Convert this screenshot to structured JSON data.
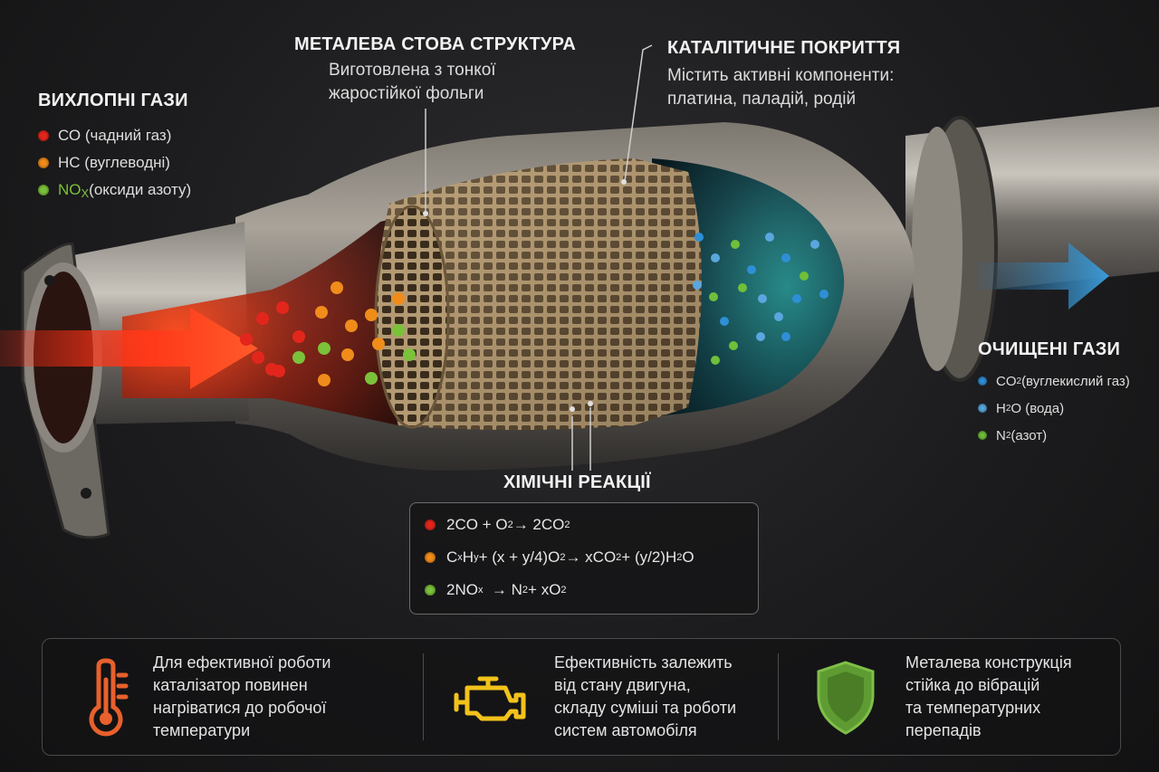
{
  "inlet": {
    "title": "ВИХЛОПНІ ГАЗИ",
    "items": [
      {
        "label": "СО (чадний газ)",
        "color": "#e3261c"
      },
      {
        "label": "НС (вуглеводні)",
        "color": "#f08c1a"
      },
      {
        "label_main": "NO",
        "label_sub": "X",
        "label_rest": " (оксиди азоту)",
        "color": "#7bc13a"
      }
    ]
  },
  "structure": {
    "title": "МЕТАЛЕВА СТОВА СТРУКТУРА",
    "desc_line1": "Виготовлена з тонкої",
    "desc_line2": "жаростійкої фольги"
  },
  "coating": {
    "title": "КАТАЛІТИЧНЕ ПОКРИТТЯ",
    "desc_line1": "Містить активні компоненти:",
    "desc_line2": "платина, паладій, родій"
  },
  "outlet": {
    "title": "ОЧИЩЕНІ ГАЗИ",
    "items": [
      {
        "pre": "CO",
        "sub": "2",
        "post": " (вуглекислий газ)",
        "color": "#2f8fd6"
      },
      {
        "pre": "H",
        "sub": "2",
        "post": "O (вода)",
        "color": "#5aa6de"
      },
      {
        "pre": "N",
        "sub": "2",
        "post": " (азот)",
        "color": "#6fbf3a"
      }
    ]
  },
  "reactions": {
    "title": "ХІМІЧНІ РЕАКЦІЇ",
    "r1": {
      "color": "#e3261c",
      "t1": "2CO + O",
      "s1": "2",
      "t2": " → 2CO",
      "s2": "2"
    },
    "r2": {
      "color": "#f08c1a",
      "t1": "C",
      "s1": "x",
      "t2": "H",
      "s2": "y",
      "t3": " + (x + y/4)O",
      "s3": "2",
      "t4": " → xCO",
      "s4": "2",
      "t5": " + (y/2)H",
      "s5": "2",
      "t6": "O"
    },
    "r3": {
      "color": "#7bc13a",
      "t1": "2NO",
      "s1": "x",
      "t2": "  → N",
      "s2": "2",
      "t3": " + xO",
      "s3": "2"
    }
  },
  "info": [
    {
      "icon": "thermometer-icon",
      "color": "#e8602c",
      "line1": "Для ефективної роботи",
      "line2": "каталізатор повинен",
      "line3": "нагріватися до робочої",
      "line4": "температури"
    },
    {
      "icon": "engine-check-icon",
      "color": "#f2c21b",
      "line1": "Ефективність залежить",
      "line2": "від стану двигуна,",
      "line3": "складу суміші та роботи",
      "line4": "систем автомобіля"
    },
    {
      "icon": "shield-icon",
      "color": "#5e9b32",
      "line1": "Металева конструкція",
      "line2": "стійка до вібрацій",
      "line3": "та температурних",
      "line4": "перепадів"
    }
  ]
}
